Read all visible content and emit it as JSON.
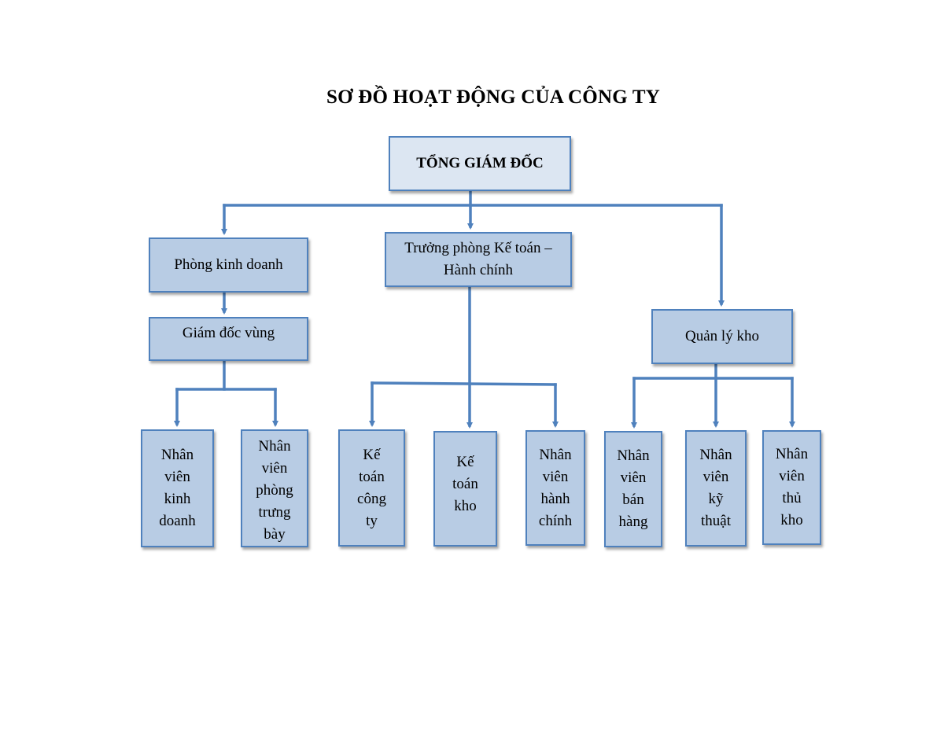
{
  "title": "SƠ ĐỒ HOẠT ĐỘNG CỦA CÔNG TY",
  "colors": {
    "box_fill": "#b8cce4",
    "top_box_fill": "#dce6f2",
    "border": "#4f81bd",
    "connector": "#4f81bd"
  },
  "nodes": {
    "ceo": "TỔNG GIÁM ĐỐC",
    "sales_dept": "Phòng kinh doanh",
    "regional_director": "Giám đốc vùng",
    "accounting_head": [
      "Trưởng phòng Kế toán –",
      "Hành chính"
    ],
    "warehouse_manager": "Quản lý kho",
    "sales_staff": [
      "Nhân",
      "viên",
      "kinh",
      "doanh"
    ],
    "showroom_staff": [
      "Nhân",
      "viên",
      "phòng",
      "trưng",
      "bày"
    ],
    "company_accountant": [
      "Kế",
      "toán",
      "công",
      "ty"
    ],
    "warehouse_accountant": [
      "Kế",
      "toán",
      "kho"
    ],
    "admin_staff": [
      "Nhân",
      "viên",
      "hành",
      "chính"
    ],
    "sales_clerk": [
      "Nhân",
      "viên",
      "bán",
      "hàng"
    ],
    "technician": [
      "Nhân",
      "viên",
      "kỹ",
      "thuật"
    ],
    "storekeeper": [
      "Nhân",
      "viên",
      "thủ",
      "kho"
    ]
  }
}
